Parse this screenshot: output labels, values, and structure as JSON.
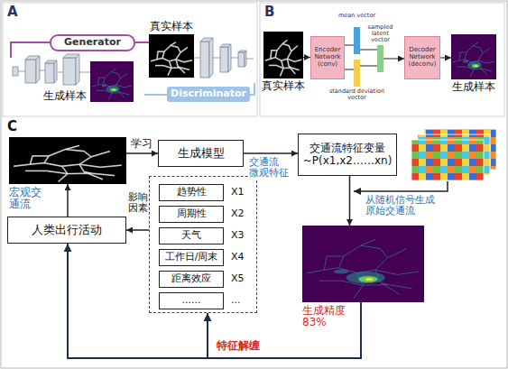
{
  "diagram": {
    "nodes": [
      {
        "text": [
          "Generator"
        ]
      },
      {
        "text": [
          "Discriminator"
        ]
      },
      {
        "text": [
          "真实样本"
        ]
      },
      {
        "text": [
          "生成样本"
        ]
      },
      {
        "text": [
          "真实样本"
        ]
      },
      {
        "text": [
          "Encoder Network (conv)"
        ]
      },
      {
        "text": [
          "mean vector"
        ]
      },
      {
        "text": [
          "standard deviation vector"
        ]
      },
      {
        "text": [
          "sampled latent vector"
        ]
      },
      {
        "text": [
          "Decoder Network (deconv)"
        ]
      },
      {
        "text": [
          "生成样本"
        ]
      },
      {
        "text": [
          "宏观交 通流"
        ]
      },
      {
        "text": [
          "生成模型"
        ]
      },
      {
        "text": [
          "交通流特征变量",
          "~P(x1,x2……xn)"
        ]
      },
      {
        "text": [
          "生成精度 83%"
        ]
      },
      {
        "text": [
          "人类出行活动"
        ]
      },
      {
        "text": [
          "X1",
          "X2",
          "X3",
          "X4",
          "X5",
          "..."
        ]
      },
      {
        "text": [
          "趋势性"
        ],
        "in": 16
      },
      {
        "text": [
          "周期性"
        ],
        "in": 16
      },
      {
        "text": [
          "天气"
        ],
        "in": 16
      },
      {
        "text": [
          "工作日/周末"
        ],
        "in": 16
      },
      {
        "text": [
          "距离效应"
        ],
        "in": 16
      },
      {
        "text": [
          "......"
        ],
        "in": 16
      }
    ],
    "edges": [
      {
        "from": 4,
        "to": 5,
        "arrow": "to"
      },
      {
        "from": 5,
        "to": 6,
        "arrow": "none"
      },
      {
        "from": 5,
        "to": 7,
        "arrow": "none"
      },
      {
        "from": 6,
        "to": 8,
        "arrow": "none"
      },
      {
        "from": 7,
        "to": 8,
        "arrow": "none"
      },
      {
        "from": 8,
        "to": 9,
        "arrow": "to"
      },
      {
        "from": 9,
        "to": 10,
        "arrow": "to"
      },
      {
        "from": 11,
        "to": 12,
        "arrow": "to",
        "label": "学习"
      },
      {
        "from": 12,
        "to": 13,
        "arrow": "to",
        "label": "交通流 微观特征"
      },
      {
        "from": 13,
        "to": 14,
        "arrow": "to"
      },
      {
        "from": 15,
        "to": 11,
        "arrow": "to"
      },
      {
        "from": 16,
        "to": 15,
        "arrow": "to",
        "label": "影响 因素"
      },
      {
        "from": 14,
        "to": 16,
        "arrow": "to",
        "label": "特征解缠"
      },
      {
        "from": 14,
        "to": 15,
        "arrow": "to"
      }
    ],
    "labels": [
      "A",
      "B",
      "C",
      "从随机信号生成 原始交通流"
    ]
  }
}
